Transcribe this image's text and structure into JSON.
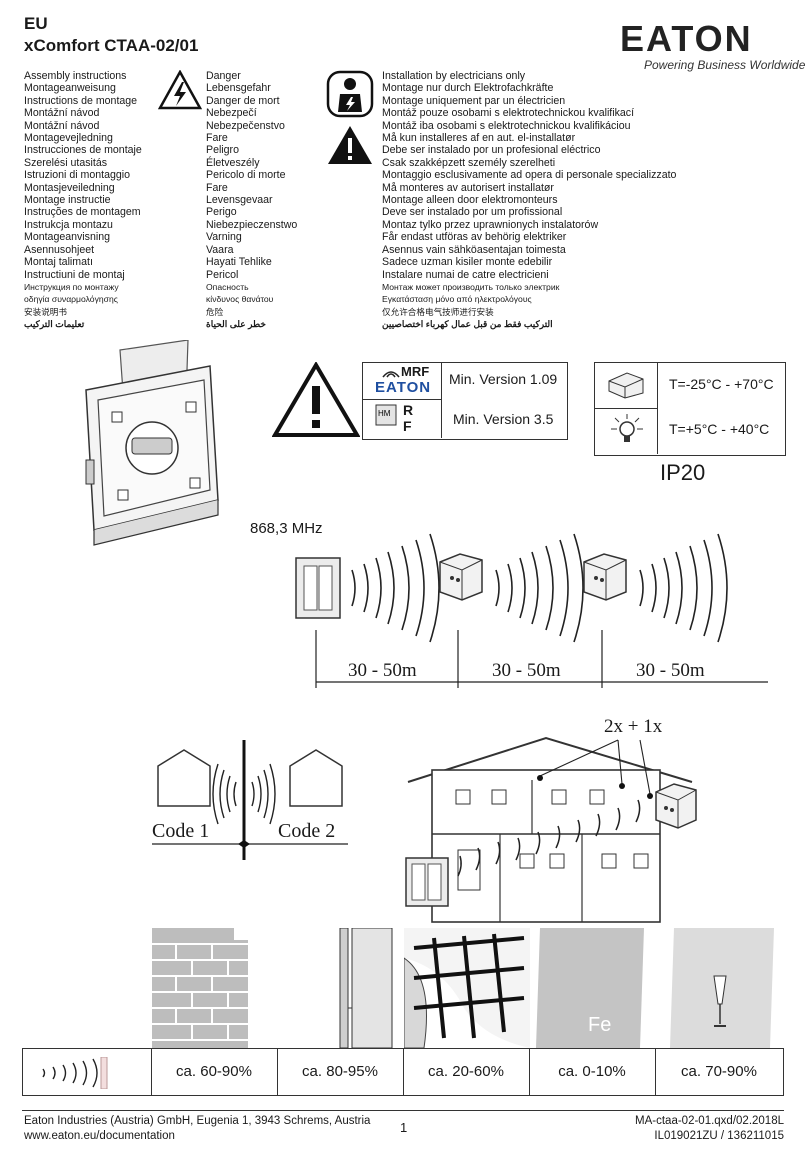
{
  "header": {
    "region": "EU",
    "product": "xComfort CTAA-02/01",
    "brand": "EATON",
    "tagline": "Powering Business Worldwide"
  },
  "instructions": [
    "Assembly instructions",
    "Montageanweisung",
    "Instructions de montage",
    "Montážní návod",
    "Montážní návod",
    "Montagevejledning",
    "Instrucciones de montaje",
    "Szerelési utasitás",
    "Istruzioni di montaggio",
    "Montasjeveiledning",
    "Montage instructie",
    "Instruções de montagem",
    "Instrukcja montazu",
    "Montageanvisning",
    "Asennusohjeet",
    "Montaj talimatı",
    "Instructiuni de montaj",
    "Инструкция по монтажу",
    "οδηγία συναρμολόγησης",
    "安装说明书",
    "تعليمات التركيب"
  ],
  "danger": [
    "Danger",
    "Lebensgefahr",
    "Danger de mort",
    "Nebezpečí",
    "Nebezpečenstvo",
    "Fare",
    "Peligro",
    "Életveszély",
    "Pericolo di morte",
    "Fare",
    "Levensgevaar",
    "Perigo",
    "Niebezpieczenstwo",
    "Varning",
    "Vaara",
    "Hayati Tehlike",
    "Pericol",
    "Опасность",
    "κίνδυνος θανάτου",
    "危险",
    "خطر على الحياة"
  ],
  "electricians": [
    "Installation by electricians only",
    "Montage nur durch Elektrofachkräfte",
    "Montage uniquement par un électricien",
    "Montáž pouze osobami s elektrotechnickou kvalifikací",
    "Montáž iba osobami s elektrotechnickou kvalifikáciou",
    "Må kun installeres af en aut. el-installatør",
    "Debe ser instalado por un profesional eléctrico",
    "Csak szakképzett személy szerelheti",
    "Montaggio esclusivamente ad opera di personale specializzato",
    "Må monteres av autorisert installatør",
    "Montage alleen door elektromonteurs",
    "Deve ser instalado por um profissional",
    "Montaz tylko przez uprawnionych instalatorów",
    "Får endast utföras av behörig elektriker",
    "Asennus vain sähköasentajan toimesta",
    "Sadece uzman kisiler monte edebilir",
    "Instalare numai de catre electricieni",
    "Монтаж может производить только электрик",
    "Εγκατάσταση μόνο από ηλεκτρολόγους",
    "仅允许合格电气技师进行安装",
    "التركيب فقط من قبل عمال كهرباء اختصاصيين"
  ],
  "versions": {
    "mrf_label": "MRF",
    "mrf_brand": "EATON",
    "mrf_version": "Min. Version 1.09",
    "rf_label_r": "R",
    "rf_label_f": "F",
    "rf_version": "Min. Version 3.5"
  },
  "temps": {
    "storage": "T=-25°C - +70°C",
    "operating": "T=+5°C - +40°C",
    "ip": "IP20"
  },
  "radio": {
    "frequency": "868,3 MHz",
    "distances": [
      "30 - 50m",
      "30 - 50m",
      "30 - 50m"
    ],
    "code1": "Code 1",
    "code2": "Code 2",
    "repeater": "2x + 1x"
  },
  "materials": [
    {
      "name": "brick-wall",
      "value": "ca. 60-90%"
    },
    {
      "name": "wood-drywall",
      "value": "ca. 80-95%"
    },
    {
      "name": "reinforced-concrete",
      "value": "ca. 20-60%"
    },
    {
      "name": "metal",
      "value": "ca. 0-10%",
      "symbol": "Fe"
    },
    {
      "name": "glass",
      "value": "ca. 70-90%"
    }
  ],
  "footer": {
    "company": "Eaton Industries (Austria) GmbH, Eugenia 1, 3943 Schrems, Austria",
    "website": "www.eaton.eu/documentation",
    "page": "1",
    "doc_ref": "MA-ctaa-02-01.qxd/02.2018L",
    "doc_id": "IL019021ZU / 136211015"
  }
}
